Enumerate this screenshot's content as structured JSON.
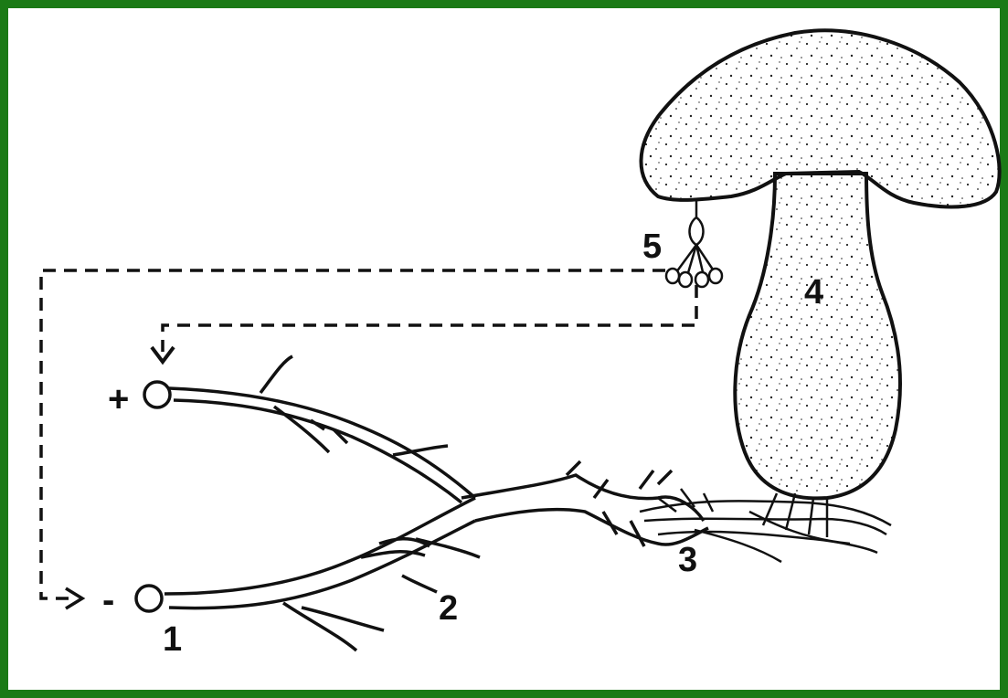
{
  "labels": {
    "one": "1",
    "two": "2",
    "three": "3",
    "four": "4",
    "five": "5",
    "plus": "+",
    "minus": "-"
  },
  "colors": {
    "frame": "#1b7a16",
    "ink": "#111111",
    "paper": "#ffffff"
  }
}
